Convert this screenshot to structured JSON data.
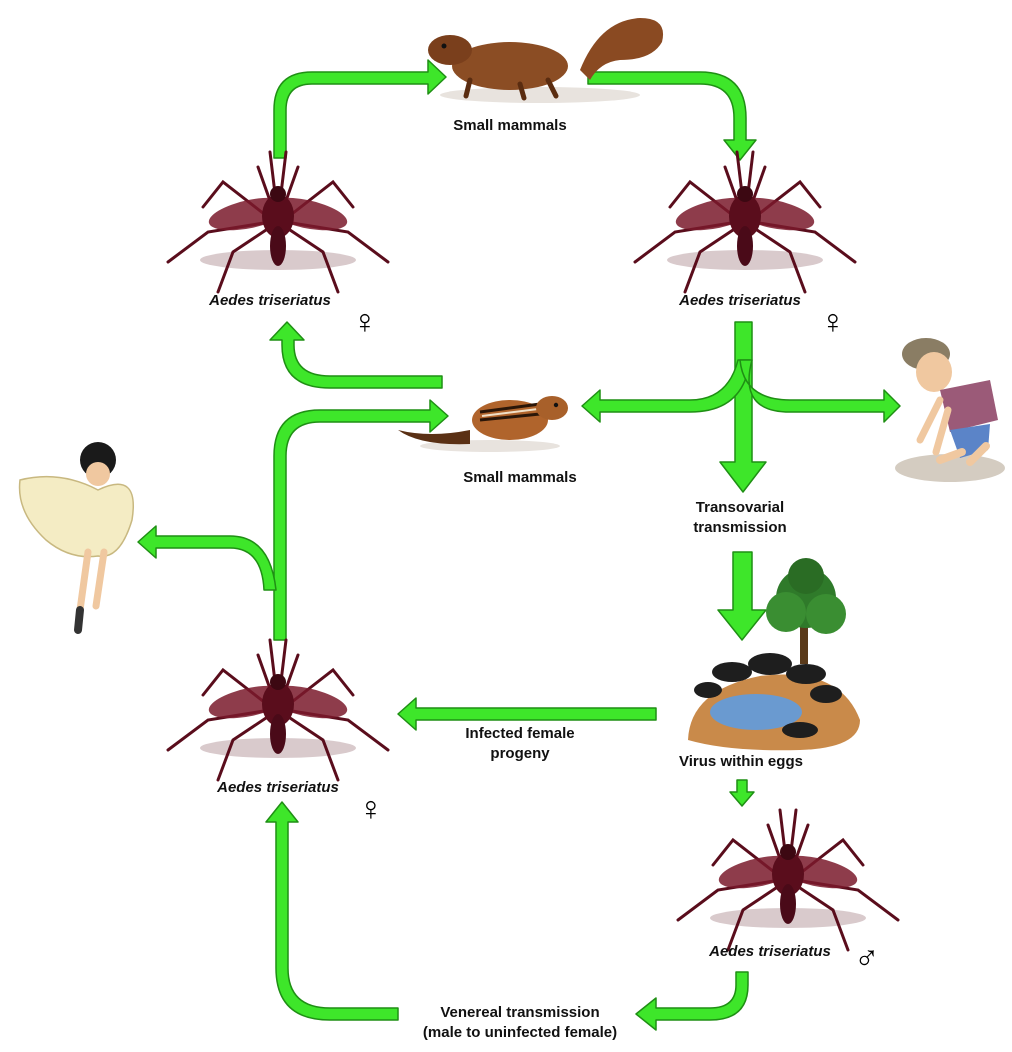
{
  "labels": {
    "small_mammals_top": "Small mammals",
    "small_mammals_mid": "Small mammals",
    "species_top_left": "Aedes triseriatus",
    "species_top_right": "Aedes triseriatus",
    "species_mid_left": "Aedes triseriatus",
    "species_bottom_right": "Aedes triseriatus",
    "transovarial_line1": "Transovarial",
    "transovarial_line2": "transmission",
    "infected_line1": "Infected female",
    "infected_line2": "progeny",
    "virus_eggs": "Virus within eggs",
    "venereal_line1": "Venereal transmission",
    "venereal_line2": "(male to uninfected female)"
  },
  "symbols": {
    "female": "♀",
    "male": "♂"
  },
  "colors": {
    "arrow": "#3ee62a",
    "arrow_stroke": "#1f8f14",
    "mosquito": "#5a0d1c",
    "mosquito_shadow": "#c9b3b7"
  }
}
